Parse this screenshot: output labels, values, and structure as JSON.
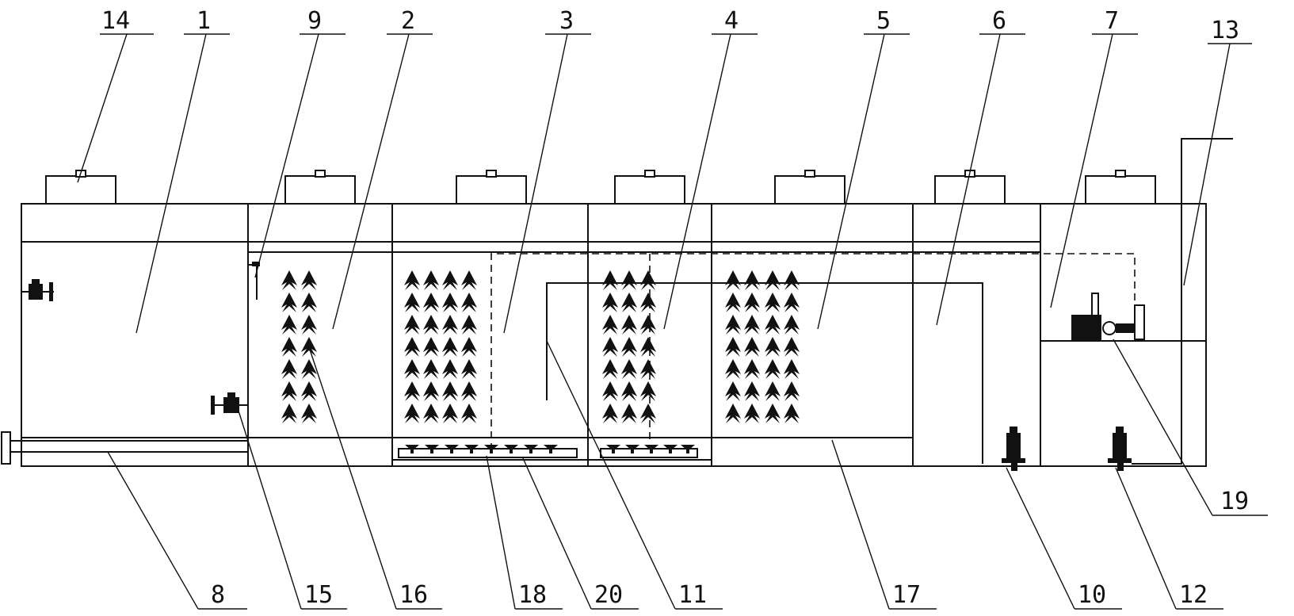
{
  "labels": {
    "n1": "1",
    "n2": "2",
    "n3": "3",
    "n4": "4",
    "n5": "5",
    "n6": "6",
    "n7": "7",
    "n8": "8",
    "n9": "9",
    "n10": "10",
    "n11": "11",
    "n12": "12",
    "n13": "13",
    "n14": "14",
    "n15": "15",
    "n16": "16",
    "n17": "17",
    "n18": "18",
    "n19": "19",
    "n20": "20"
  }
}
